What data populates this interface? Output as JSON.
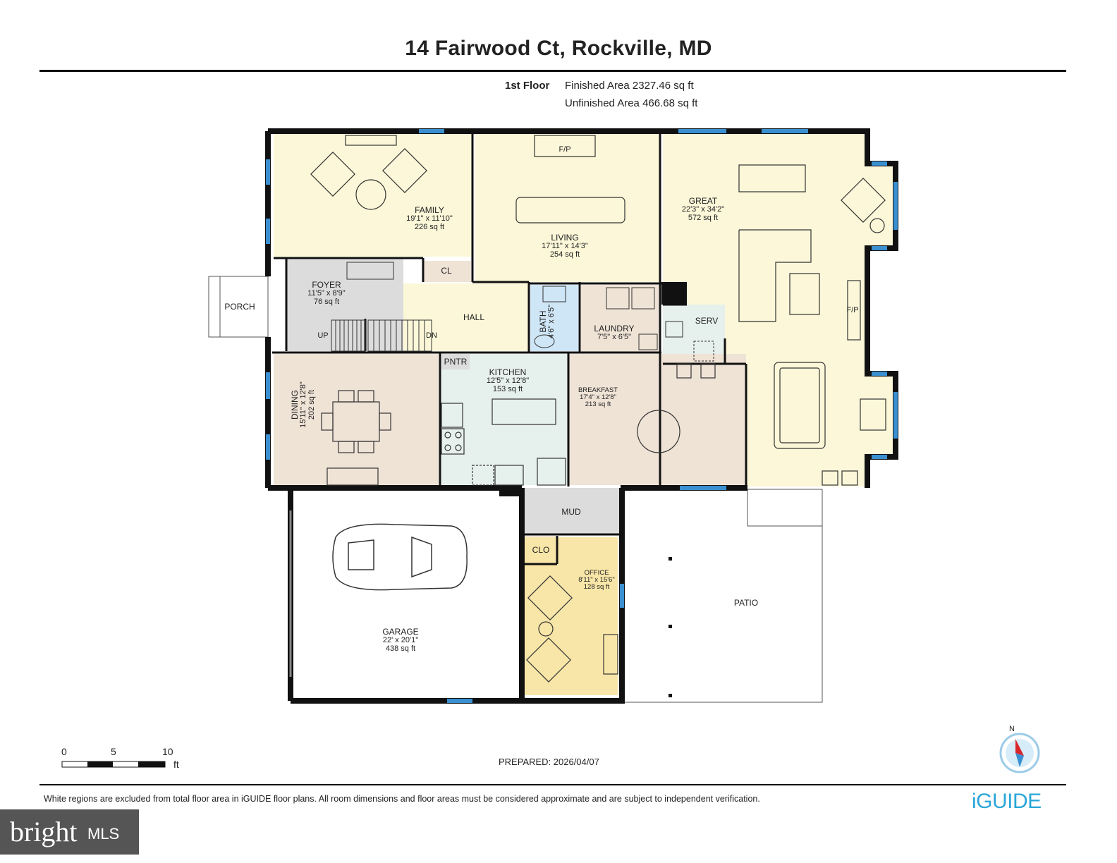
{
  "title": "14 Fairwood Ct, Rockville, MD",
  "floor": {
    "label": "1st Floor",
    "finished": "Finished Area 2327.46 sq ft",
    "unfinished": "Unfinished Area 466.68 sq ft"
  },
  "rooms": {
    "family": {
      "name": "FAMILY",
      "dims": "19'1\" x 11'10\"",
      "area": "226 sq ft"
    },
    "living": {
      "name": "LIVING",
      "dims": "17'11\" x 14'3\"",
      "area": "254 sq ft"
    },
    "great": {
      "name": "GREAT",
      "dims": "22'3\" x 34'2\"",
      "area": "572 sq ft"
    },
    "foyer": {
      "name": "FOYER",
      "dims": "11'5\" x 8'9\"",
      "area": "76 sq ft"
    },
    "kitchen": {
      "name": "KITCHEN",
      "dims": "12'5\" x 12'8\"",
      "area": "153 sq ft"
    },
    "breakfast": {
      "name": "BREAKFAST",
      "dims": "17'4\" x 12'8\"",
      "area": "213 sq ft"
    },
    "laundry": {
      "name": "LAUNDRY",
      "dims": "7'5\" x 6'5\""
    },
    "dining": {
      "name": "DINING",
      "dims": "15'11\" x 12'8\"",
      "area": "202 sq ft"
    },
    "bath": {
      "name": "BATH",
      "dims": "4'6\" x 6'5\""
    },
    "garage": {
      "name": "GARAGE",
      "dims": "22' x 20'1\"",
      "area": "438 sq ft"
    },
    "office": {
      "name": "OFFICE",
      "dims": "8'11\" x 15'6\"",
      "area": "128 sq ft"
    },
    "porch": {
      "name": "PORCH"
    },
    "hall": {
      "name": "HALL"
    },
    "cl": {
      "name": "CL"
    },
    "serv": {
      "name": "SERV"
    },
    "pntr": {
      "name": "PNTR"
    },
    "mud": {
      "name": "MUD"
    },
    "clo": {
      "name": "CLO"
    },
    "patio": {
      "name": "PATIO"
    }
  },
  "labels": {
    "fp": "F/P",
    "up": "UP",
    "dn": "DN"
  },
  "scale": {
    "t0": "0",
    "t5": "5",
    "t10": "10",
    "unit": "ft"
  },
  "compass": "N",
  "prepared": "PREPARED: 2026/04/07",
  "disclaimer": "White regions are excluded from total floor area in iGUIDE floor plans. All room dimensions and floor areas must be considered approximate and are subject to independent verification.",
  "brand": {
    "bright": "bright",
    "mls": "MLS",
    "iguide": "iGUIDE"
  },
  "colors": {
    "wall": "#111111",
    "window": "#3a8fd0",
    "living_fill": "#fbf7d8",
    "office_fill": "#f8e6a8",
    "dining_fill": "#efe3d6",
    "kitchen_fill": "#e6f0ec",
    "foyer_fill": "#dcdcdc",
    "bath_fill": "#cfe6f6",
    "accent": "#2aa6d8"
  }
}
